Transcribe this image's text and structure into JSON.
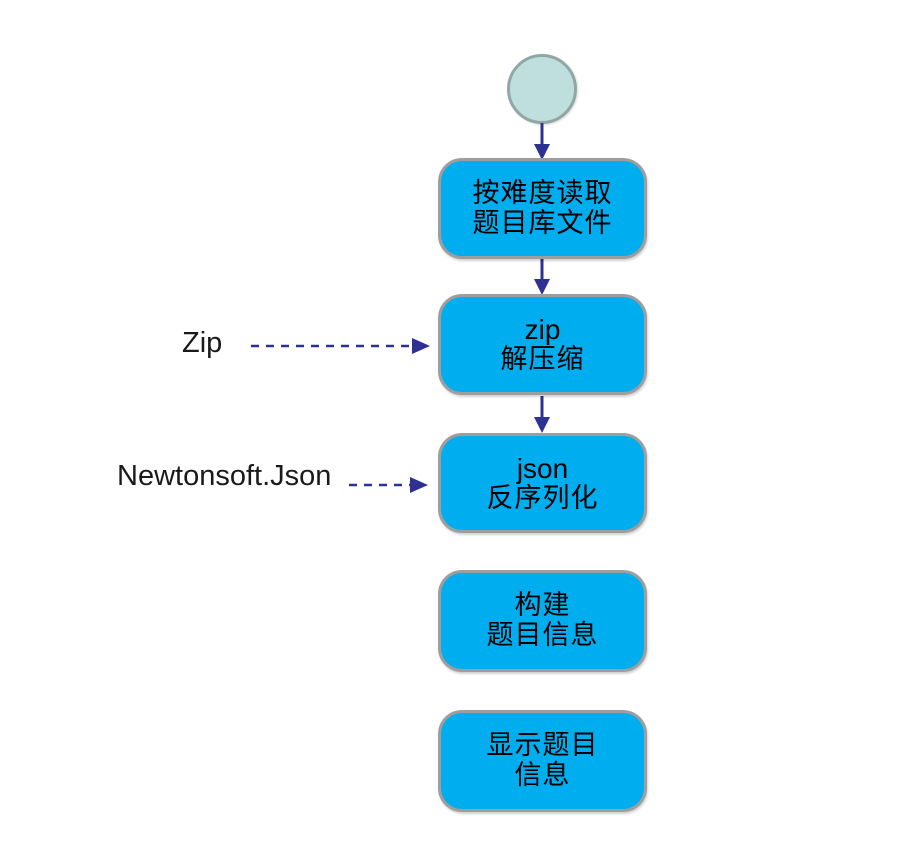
{
  "diagram": {
    "nodes": {
      "read": {
        "line1": "按难度读取",
        "line2": "题目库文件"
      },
      "unzip": {
        "line1": "zip",
        "line2": "解压缩"
      },
      "deserialize": {
        "line1": "json",
        "line2": "反序列化"
      },
      "build": {
        "line1": "构建",
        "line2": "题目信息"
      },
      "show": {
        "line1": "显示题目",
        "line2": "信息"
      }
    },
    "annotations": {
      "zip_lib": {
        "label": "Zip"
      },
      "json_lib": {
        "label": "Newtonsoft.Json"
      }
    },
    "colors": {
      "node_fill": "#00aeef",
      "node_border": "#9e9e9e",
      "start_fill": "#bedfde",
      "start_border": "#91a7a6",
      "arrow": "#2e3192",
      "text": "#000000"
    }
  }
}
